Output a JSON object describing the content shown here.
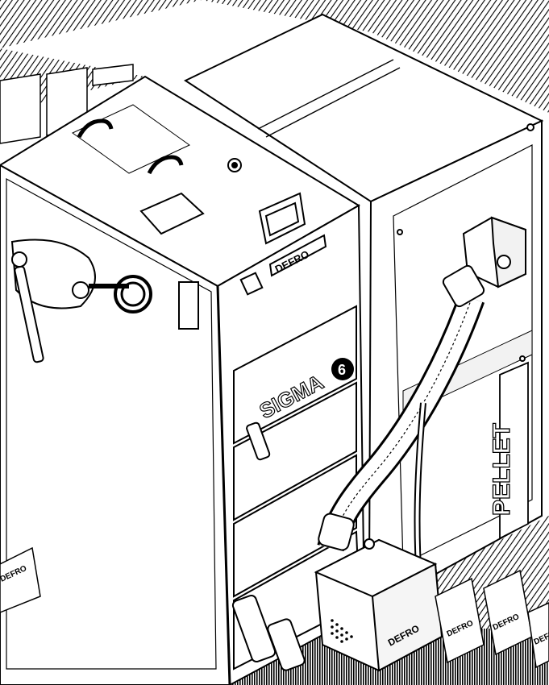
{
  "image": {
    "subject": "Pellet boiler line drawing",
    "colors": {
      "stroke": "#000000",
      "fill": "#ffffff",
      "shade": "#e6e6e6"
    }
  },
  "labels": {
    "brand_panel": "DEFRO",
    "model": "SIGMA",
    "model_number": "6",
    "hopper": "PELLET",
    "burner": "DEFRO",
    "ghost_1": "DEFRO",
    "ghost_2": "DEFRO",
    "ghost_3": "DEFRO",
    "ghost_4": "DEFRO"
  }
}
